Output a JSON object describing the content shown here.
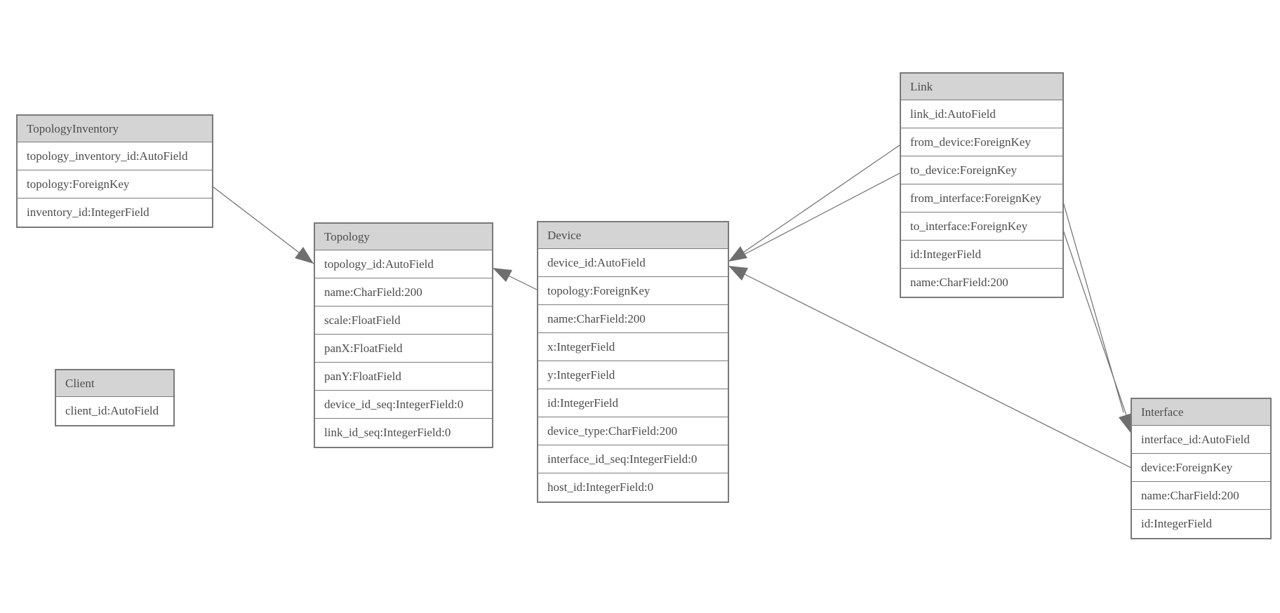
{
  "diagram": {
    "kind": "database-model-diagram"
  },
  "entities": {
    "topology_inventory": {
      "title": "TopologyInventory",
      "fields": [
        "topology_inventory_id:AutoField",
        "topology:ForeignKey",
        "inventory_id:IntegerField"
      ]
    },
    "topology": {
      "title": "Topology",
      "fields": [
        "topology_id:AutoField",
        "name:CharField:200",
        "scale:FloatField",
        "panX:FloatField",
        "panY:FloatField",
        "device_id_seq:IntegerField:0",
        "link_id_seq:IntegerField:0"
      ]
    },
    "client": {
      "title": "Client",
      "fields": [
        "client_id:AutoField"
      ]
    },
    "device": {
      "title": "Device",
      "fields": [
        "device_id:AutoField",
        "topology:ForeignKey",
        "name:CharField:200",
        "x:IntegerField",
        "y:IntegerField",
        "id:IntegerField",
        "device_type:CharField:200",
        "interface_id_seq:IntegerField:0",
        "host_id:IntegerField:0"
      ]
    },
    "link": {
      "title": "Link",
      "fields": [
        "link_id:AutoField",
        "from_device:ForeignKey",
        "to_device:ForeignKey",
        "from_interface:ForeignKey",
        "to_interface:ForeignKey",
        "id:IntegerField",
        "name:CharField:200"
      ]
    },
    "interface": {
      "title": "Interface",
      "fields": [
        "interface_id:AutoField",
        "device:ForeignKey",
        "name:CharField:200",
        "id:IntegerField"
      ]
    }
  },
  "relationships": [
    {
      "from": "TopologyInventory.topology",
      "to": "Topology.topology_id"
    },
    {
      "from": "Device.topology",
      "to": "Topology.topology_id"
    },
    {
      "from": "Link.from_device",
      "to": "Device.device_id"
    },
    {
      "from": "Link.to_device",
      "to": "Device.device_id"
    },
    {
      "from": "Link.from_interface",
      "to": "Interface.interface_id"
    },
    {
      "from": "Link.to_interface",
      "to": "Interface.interface_id"
    },
    {
      "from": "Interface.device",
      "to": "Device.device_id"
    }
  ],
  "colors": {
    "header_bg": "#d4d4d4",
    "border": "#7a7a7a",
    "text": "#4d4d4d",
    "edge": "#6e6e6e"
  }
}
